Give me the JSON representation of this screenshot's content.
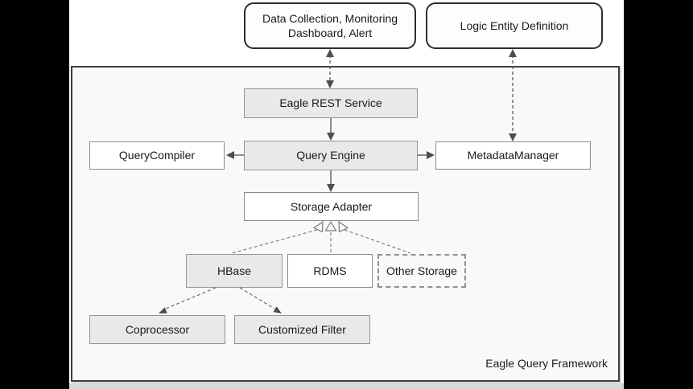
{
  "diagram": {
    "framework_label": "Eagle Query Framework",
    "nodes": {
      "data_collection": "Data Collection, Monitoring Dashboard, Alert",
      "logic_entity": "Logic Entity Definition",
      "eagle_rest": "Eagle REST Service",
      "query_compiler": "QueryCompiler",
      "query_engine": "Query Engine",
      "metadata_manager": "MetadataManager",
      "storage_adapter": "Storage Adapter",
      "hbase": "HBase",
      "rdms": "RDMS",
      "other_storage": "Other Storage",
      "coprocessor": "Coprocessor",
      "customized_filter": "Customized Filter"
    },
    "edges": [
      {
        "from": "data_collection",
        "to": "eagle_rest",
        "style": "dashed",
        "arrows": "both"
      },
      {
        "from": "logic_entity",
        "to": "metadata_manager",
        "style": "dashed",
        "arrows": "both"
      },
      {
        "from": "eagle_rest",
        "to": "query_engine",
        "style": "solid",
        "arrows": "to"
      },
      {
        "from": "query_engine",
        "to": "query_compiler",
        "style": "solid",
        "arrows": "to"
      },
      {
        "from": "query_engine",
        "to": "metadata_manager",
        "style": "solid",
        "arrows": "to"
      },
      {
        "from": "query_engine",
        "to": "storage_adapter",
        "style": "solid",
        "arrows": "to"
      },
      {
        "from": "hbase",
        "to": "storage_adapter",
        "style": "dashed",
        "arrows": "hollow-triangle"
      },
      {
        "from": "rdms",
        "to": "storage_adapter",
        "style": "dashed",
        "arrows": "hollow-triangle"
      },
      {
        "from": "other_storage",
        "to": "storage_adapter",
        "style": "dashed",
        "arrows": "hollow-triangle"
      },
      {
        "from": "hbase",
        "to": "coprocessor",
        "style": "dashed",
        "arrows": "to"
      },
      {
        "from": "hbase",
        "to": "customized_filter",
        "style": "dashed",
        "arrows": "to"
      }
    ],
    "colors": {
      "background": "#000000",
      "stage": "#ffffff",
      "framework_bg": "#f9f9f9",
      "framework_border": "#3e3e3e",
      "node_gray_fill": "#e9e9e9",
      "node_white_fill": "#ffffff",
      "node_border": "#8f8f8f",
      "rounded_border": "#2d2d2d",
      "connector": "#555555",
      "text": "#1a1a1a"
    }
  }
}
